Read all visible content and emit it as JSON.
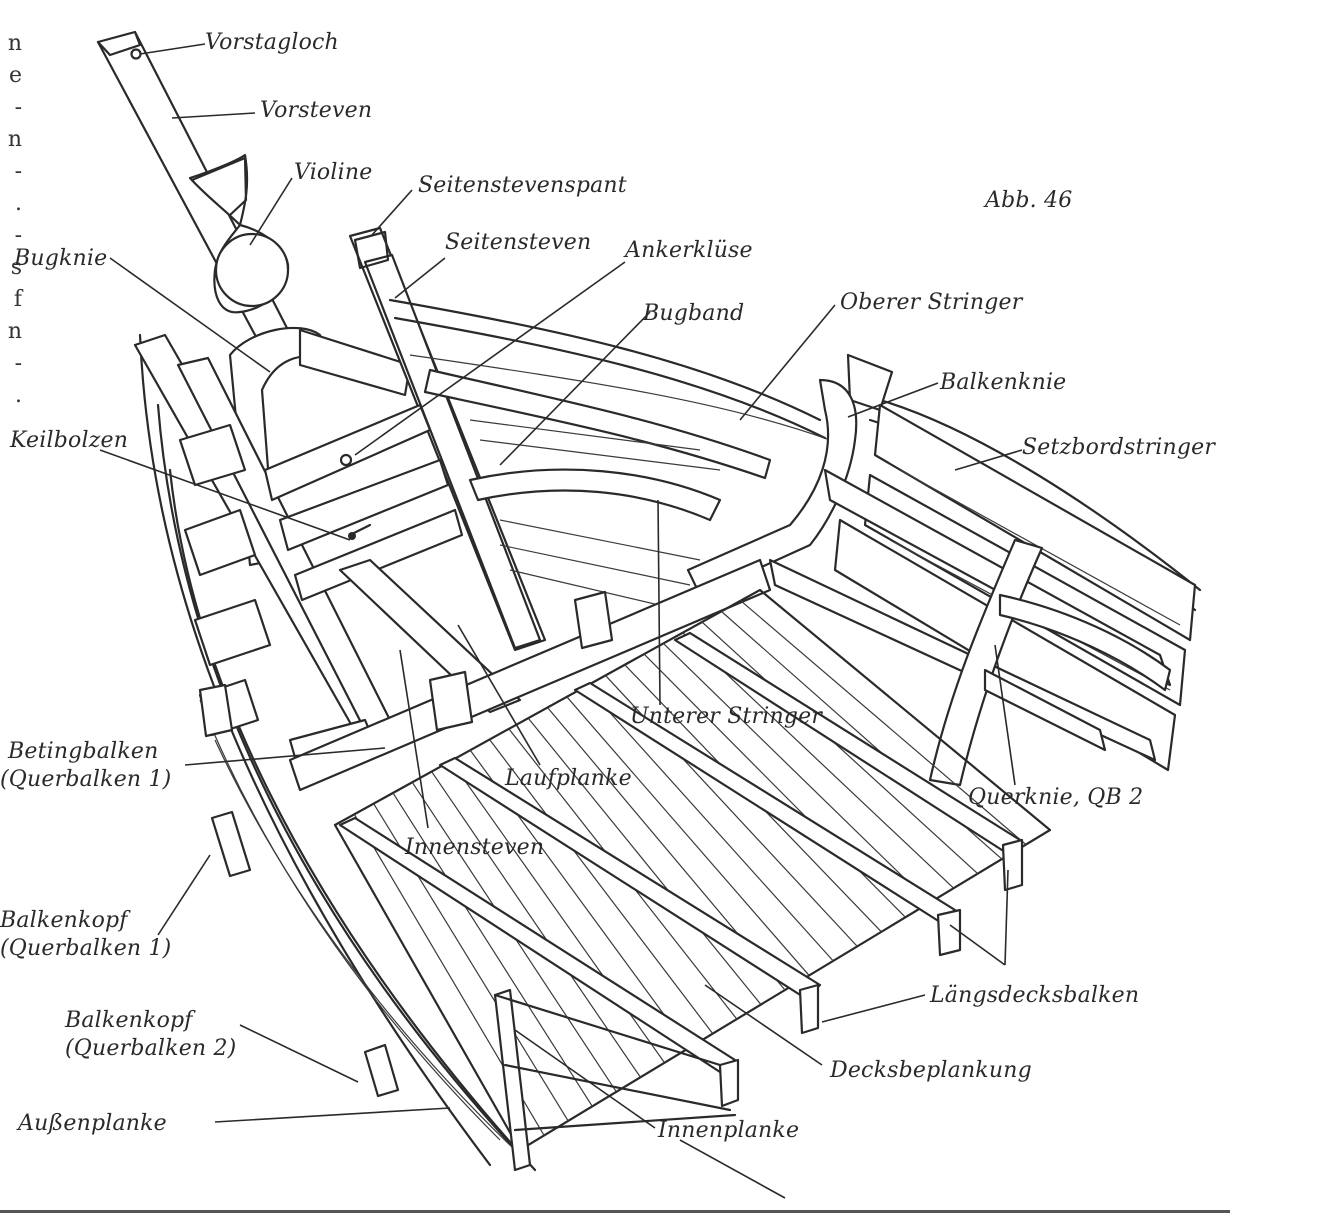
{
  "figure_ref": "Abb. 46",
  "margin_glyphs": [
    "n",
    "e",
    "-",
    "n",
    "-",
    ".",
    "-",
    "s",
    "f",
    "n",
    "-",
    "."
  ],
  "labels": {
    "vorstagloch": "Vorstagloch",
    "vorsteven": "Vorsteven",
    "violine": "Violine",
    "seitenstevenspant": "Seitenstevenspant",
    "seitensteven": "Seitensteven",
    "ankerkluese": "Ankerklüse",
    "bugknie": "Bugknie",
    "bugband": "Bugband",
    "oberer_stringer": "Oberer Stringer",
    "balkenknie": "Balkenknie",
    "setzbordstringer": "Setzbordstringer",
    "keilbolzen": "Keilbolzen",
    "unterer_stringer": "Unterer Stringer",
    "laufplanke": "Laufplanke",
    "querknie": "Querknie, QB 2",
    "betingbalken_1": "Betingbalken",
    "betingbalken_2": "(Querbalken 1)",
    "innensteven": "Innensteven",
    "balkenkopf1_1": "Balkenkopf",
    "balkenkopf1_2": "(Querbalken 1)",
    "laengsdecksbalken": "Längsdecksbalken",
    "balkenkopf2_1": "Balkenkopf",
    "balkenkopf2_2": "(Querbalken 2)",
    "decksbeplankung": "Decksbeplankung",
    "aussenplanke": "Außenplanke",
    "innenplanke": "Innenplanke"
  }
}
